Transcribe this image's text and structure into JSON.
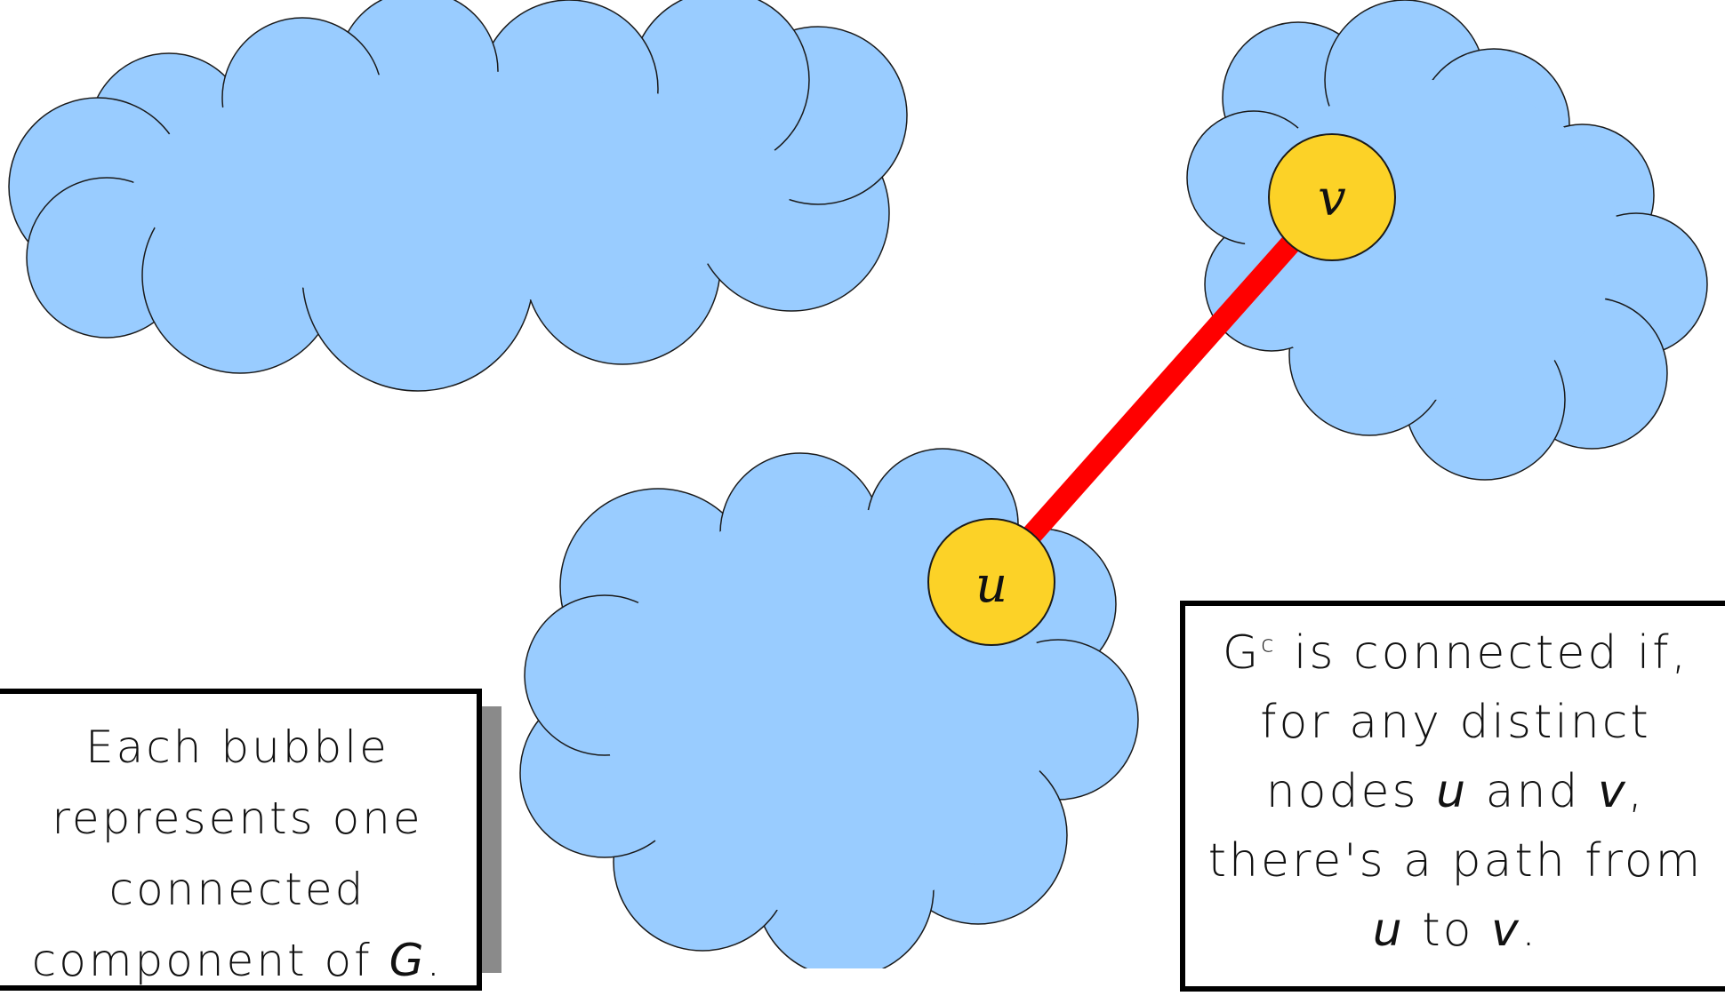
{
  "nodes": {
    "u": {
      "label": "u",
      "color": "#fcd227"
    },
    "v": {
      "label": "v",
      "color": "#fcd227"
    }
  },
  "edge": {
    "color": "#ff0000"
  },
  "bubble_color": "#99ccff",
  "left_note": {
    "lines": [
      "Each bubble",
      "represents one",
      "connected"
    ],
    "last_line_prefix": "component of ",
    "last_line_var": "G",
    "last_line_suffix": "."
  },
  "right_note": {
    "line1_var": "G",
    "line1_sup": "c",
    "line1_rest": " is connected if,",
    "line2": "for any distinct",
    "line3_prefix": "nodes ",
    "line3_var1": "u",
    "line3_mid": " and ",
    "line3_var2": "v",
    "line3_suffix": ",",
    "line4": "there's a path from",
    "line5_var1": "u",
    "line5_mid": " to ",
    "line5_var2": "v",
    "line5_suffix": "."
  }
}
